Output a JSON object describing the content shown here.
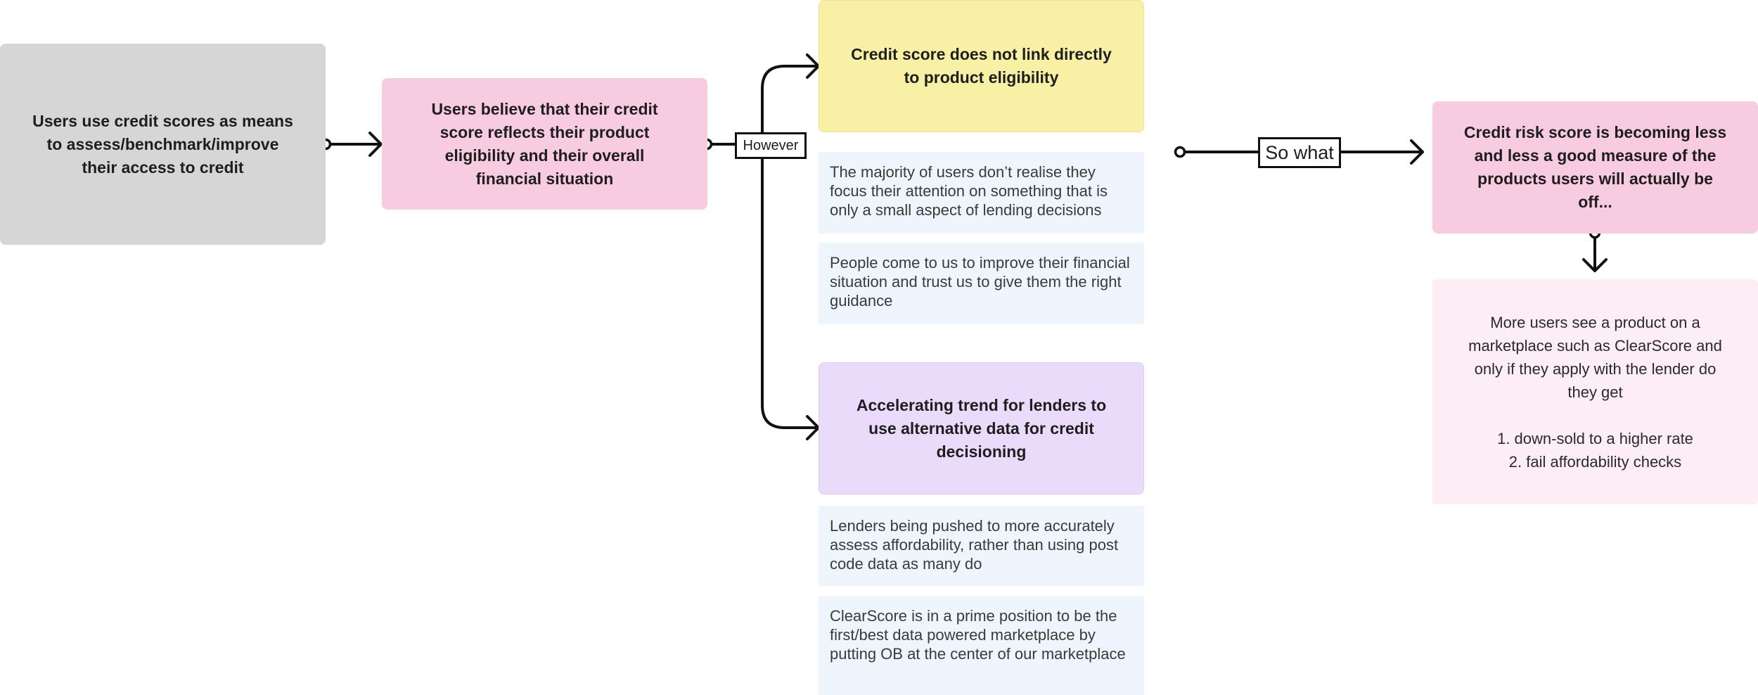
{
  "cards": {
    "users_use": "Users use credit scores as means to assess/benchmark/improve their access to credit",
    "users_believe": "Users believe that their credit score reflects their product eligibility and their overall financial situation",
    "no_link": "Credit score does not link directly to product eligibility",
    "trend": "Accelerating trend for lenders to use alternative data for credit decisioning",
    "risk_score": "Credit risk score is becoming less and less a good measure of the products users will actually be off..."
  },
  "notes": {
    "majority": "The majority of users don’t realise they focus their attention on something that is only a small aspect of lending decisions",
    "people": "People come to us to improve their financial situation and trust us to give them the right guidance",
    "lenders": "Lenders being pushed to more accurately assess affordability, rather than using post code data as many do",
    "clearscore": "ClearScore is in a prime position to be the first/best data powered marketplace by putting OB at the center of our marketplace"
  },
  "outcome": {
    "text": "More users see a product on a marketplace such as ClearScore and only if they apply with the lender do they get",
    "items": [
      "1. down-sold to a higher rate",
      "2. fail affordability checks"
    ]
  },
  "labels": {
    "however": "However",
    "so_what": "So what"
  }
}
